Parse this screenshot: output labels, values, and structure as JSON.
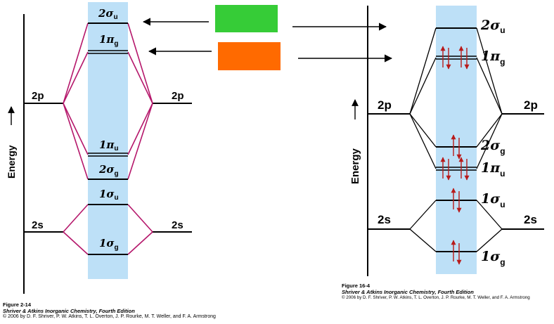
{
  "colors": {
    "band": "#bde0f7",
    "left_connector": "#b5176b",
    "right_connector": "#000000",
    "electron": "#b81b1b",
    "swatch_green": "#36cc37",
    "swatch_orange": "#ff6a00"
  },
  "left_diagram": {
    "axis_label": "Energy",
    "atomic_left": {
      "upper": "2p",
      "lower": "2s"
    },
    "atomic_right": {
      "upper": "2p",
      "lower": "2s"
    },
    "orbitals": [
      {
        "main": "2σ",
        "sub": "u"
      },
      {
        "main": "1π",
        "sub": "g"
      },
      {
        "main": "1π",
        "sub": "u"
      },
      {
        "main": "2σ",
        "sub": "g"
      },
      {
        "main": "1σ",
        "sub": "u"
      },
      {
        "main": "1σ",
        "sub": "g"
      }
    ],
    "caption": {
      "figure": "Figure 2-14",
      "book": "Shriver & Atkins Inorganic Chemistry, Fourth Edition",
      "copyright": "© 2006 by D. F. Shriver, P. W. Atkins, T. L. Overton, J. P. Rourke, M. T. Weller, and F. A. Armstrong"
    }
  },
  "right_diagram": {
    "axis_label": "Energy",
    "atomic_left": {
      "upper": "2p",
      "lower": "2s"
    },
    "atomic_right": {
      "upper": "2p",
      "lower": "2s"
    },
    "orbitals": [
      {
        "main": "2σ",
        "sub": "u"
      },
      {
        "main": "1π",
        "sub": "g"
      },
      {
        "main": "2σ",
        "sub": "g"
      },
      {
        "main": "1π",
        "sub": "u"
      },
      {
        "main": "1σ",
        "sub": "u"
      },
      {
        "main": "1σ",
        "sub": "g"
      }
    ],
    "caption": {
      "figure": "Figure 16-4",
      "book": "Shriver & Atkins Inorganic Chemistry, Fourth Edition",
      "copyright": "© 2006 by D. F. Shriver, P. W. Atkins, T. L. Overton, J. P. Rourke, M. T. Weller, and F. A. Armstrong"
    }
  }
}
